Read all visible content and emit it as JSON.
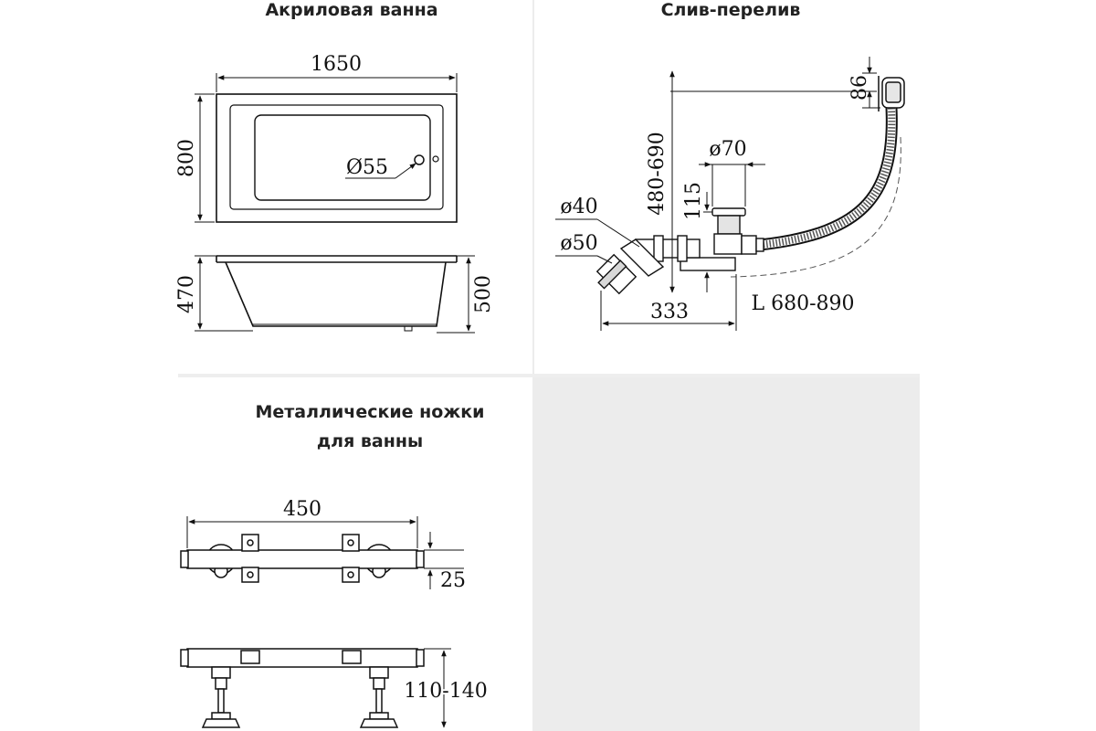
{
  "titles": {
    "bathtub": "Акриловая ванна",
    "drain": "Слив-перелив",
    "legs_line1": "Металлические ножки",
    "legs_line2": "для ванны"
  },
  "bathtub_dims": {
    "length": "1650",
    "width": "800",
    "drain_diameter": "Ø55",
    "side_height": "470",
    "total_height": "500"
  },
  "drain_dims": {
    "overflow_size": "86",
    "height_range": "480-690",
    "outlet_diameter": "ø70",
    "drain_height": "115",
    "pipe_d40": "ø40",
    "pipe_d50": "ø50",
    "offset": "333",
    "hose_length": "L 680-890"
  },
  "legs_dims": {
    "width": "450",
    "bar_height": "25",
    "adjust_height": "110-140"
  }
}
